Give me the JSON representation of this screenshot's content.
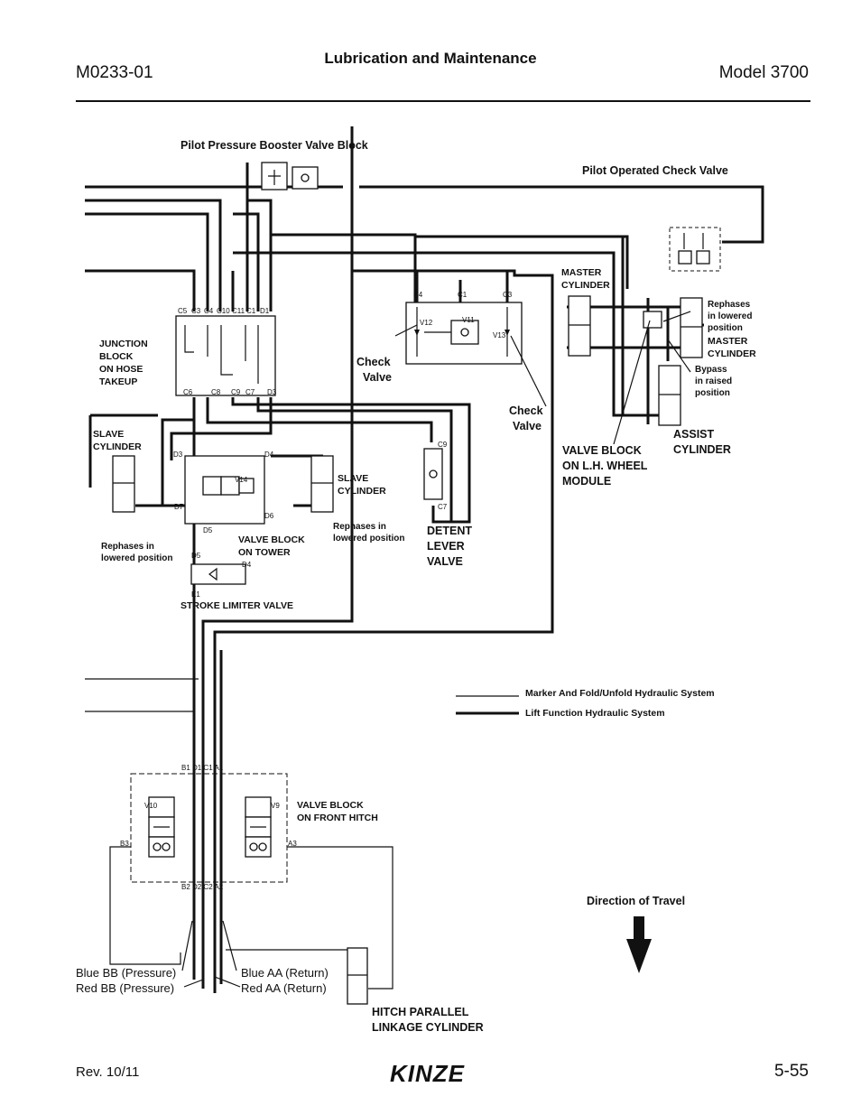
{
  "header": {
    "doc_number": "M0233-01",
    "section_title": "Lubrication and Maintenance",
    "model": "Model 3700"
  },
  "footer": {
    "revision": "Rev. 10/11",
    "page_number": "5-55",
    "logo_text": "KINZE"
  },
  "labels": {
    "pilot_booster": "Pilot Pressure Booster Valve Block",
    "pilot_check": "Pilot Operated Check Valve",
    "master_cyl_1": [
      "MASTER",
      "CYLINDER"
    ],
    "rephases_lowered_1": [
      "Rephases",
      "in lowered",
      "position"
    ],
    "master_cyl_2": [
      "MASTER",
      "CYLINDER"
    ],
    "bypass_raised": [
      "Bypass",
      "in raised",
      "position"
    ],
    "assist_cyl": [
      "ASSIST",
      "CYLINDER"
    ],
    "valve_block_lh": [
      "VALVE BLOCK",
      "ON L.H. WHEEL",
      "MODULE"
    ],
    "junction_block": [
      "JUNCTION",
      "BLOCK",
      "ON HOSE",
      "TAKEUP"
    ],
    "check_valve_1": [
      "Check",
      "Valve"
    ],
    "check_valve_2": [
      "Check",
      "Valve"
    ],
    "slave_cyl_1": [
      "SLAVE",
      "CYLINDER"
    ],
    "slave_cyl_2": [
      "SLAVE",
      "CYLINDER"
    ],
    "rephases_lowered_2": [
      "Rephases in",
      "lowered position"
    ],
    "rephases_lowered_3": [
      "Rephases in",
      "lowered position"
    ],
    "valve_block_tower": [
      "VALVE BLOCK",
      "ON TOWER"
    ],
    "detent_lever": [
      "DETENT",
      "LEVER",
      "VALVE"
    ],
    "stroke_limiter": "STROKE LIMITER VALVE",
    "valve_block_front": [
      "VALVE BLOCK",
      "ON FRONT HITCH"
    ],
    "direction_travel": "Direction of Travel",
    "hitch_parallel": [
      "HITCH PARALLEL",
      "LINKAGE CYLINDER"
    ],
    "blue_bb": "Blue BB (Pressure)",
    "red_bb": "Red BB (Pressure)",
    "blue_aa": "Blue AA (Return)",
    "red_aa": "Red AA (Return)"
  },
  "ports": {
    "junction_top": [
      "C5",
      "C3",
      "C4",
      "C10",
      "C11",
      "C1",
      "D1"
    ],
    "junction_bottom": [
      "C6",
      "C8",
      "C9",
      "C7",
      "D3"
    ],
    "check_block": [
      "C4",
      "C1",
      "C3"
    ],
    "check_valves": [
      "V12",
      "V11",
      "V13"
    ],
    "tower": [
      "D3",
      "D4",
      "D7",
      "D5",
      "D6",
      "V14"
    ],
    "detent": [
      "C9",
      "C7"
    ],
    "stroke": [
      "D5",
      "D4",
      "E1"
    ],
    "front_top": "B1 D1 C1 A1",
    "front_bottom": "B2 D2 C2 A2",
    "front_side": [
      "B3",
      "A3"
    ],
    "front_valves": [
      "V10",
      "V9"
    ]
  },
  "legend": {
    "thin_line": "Marker And Fold/Unfold Hydraulic System",
    "thick_line": "Lift Function Hydraulic System"
  }
}
